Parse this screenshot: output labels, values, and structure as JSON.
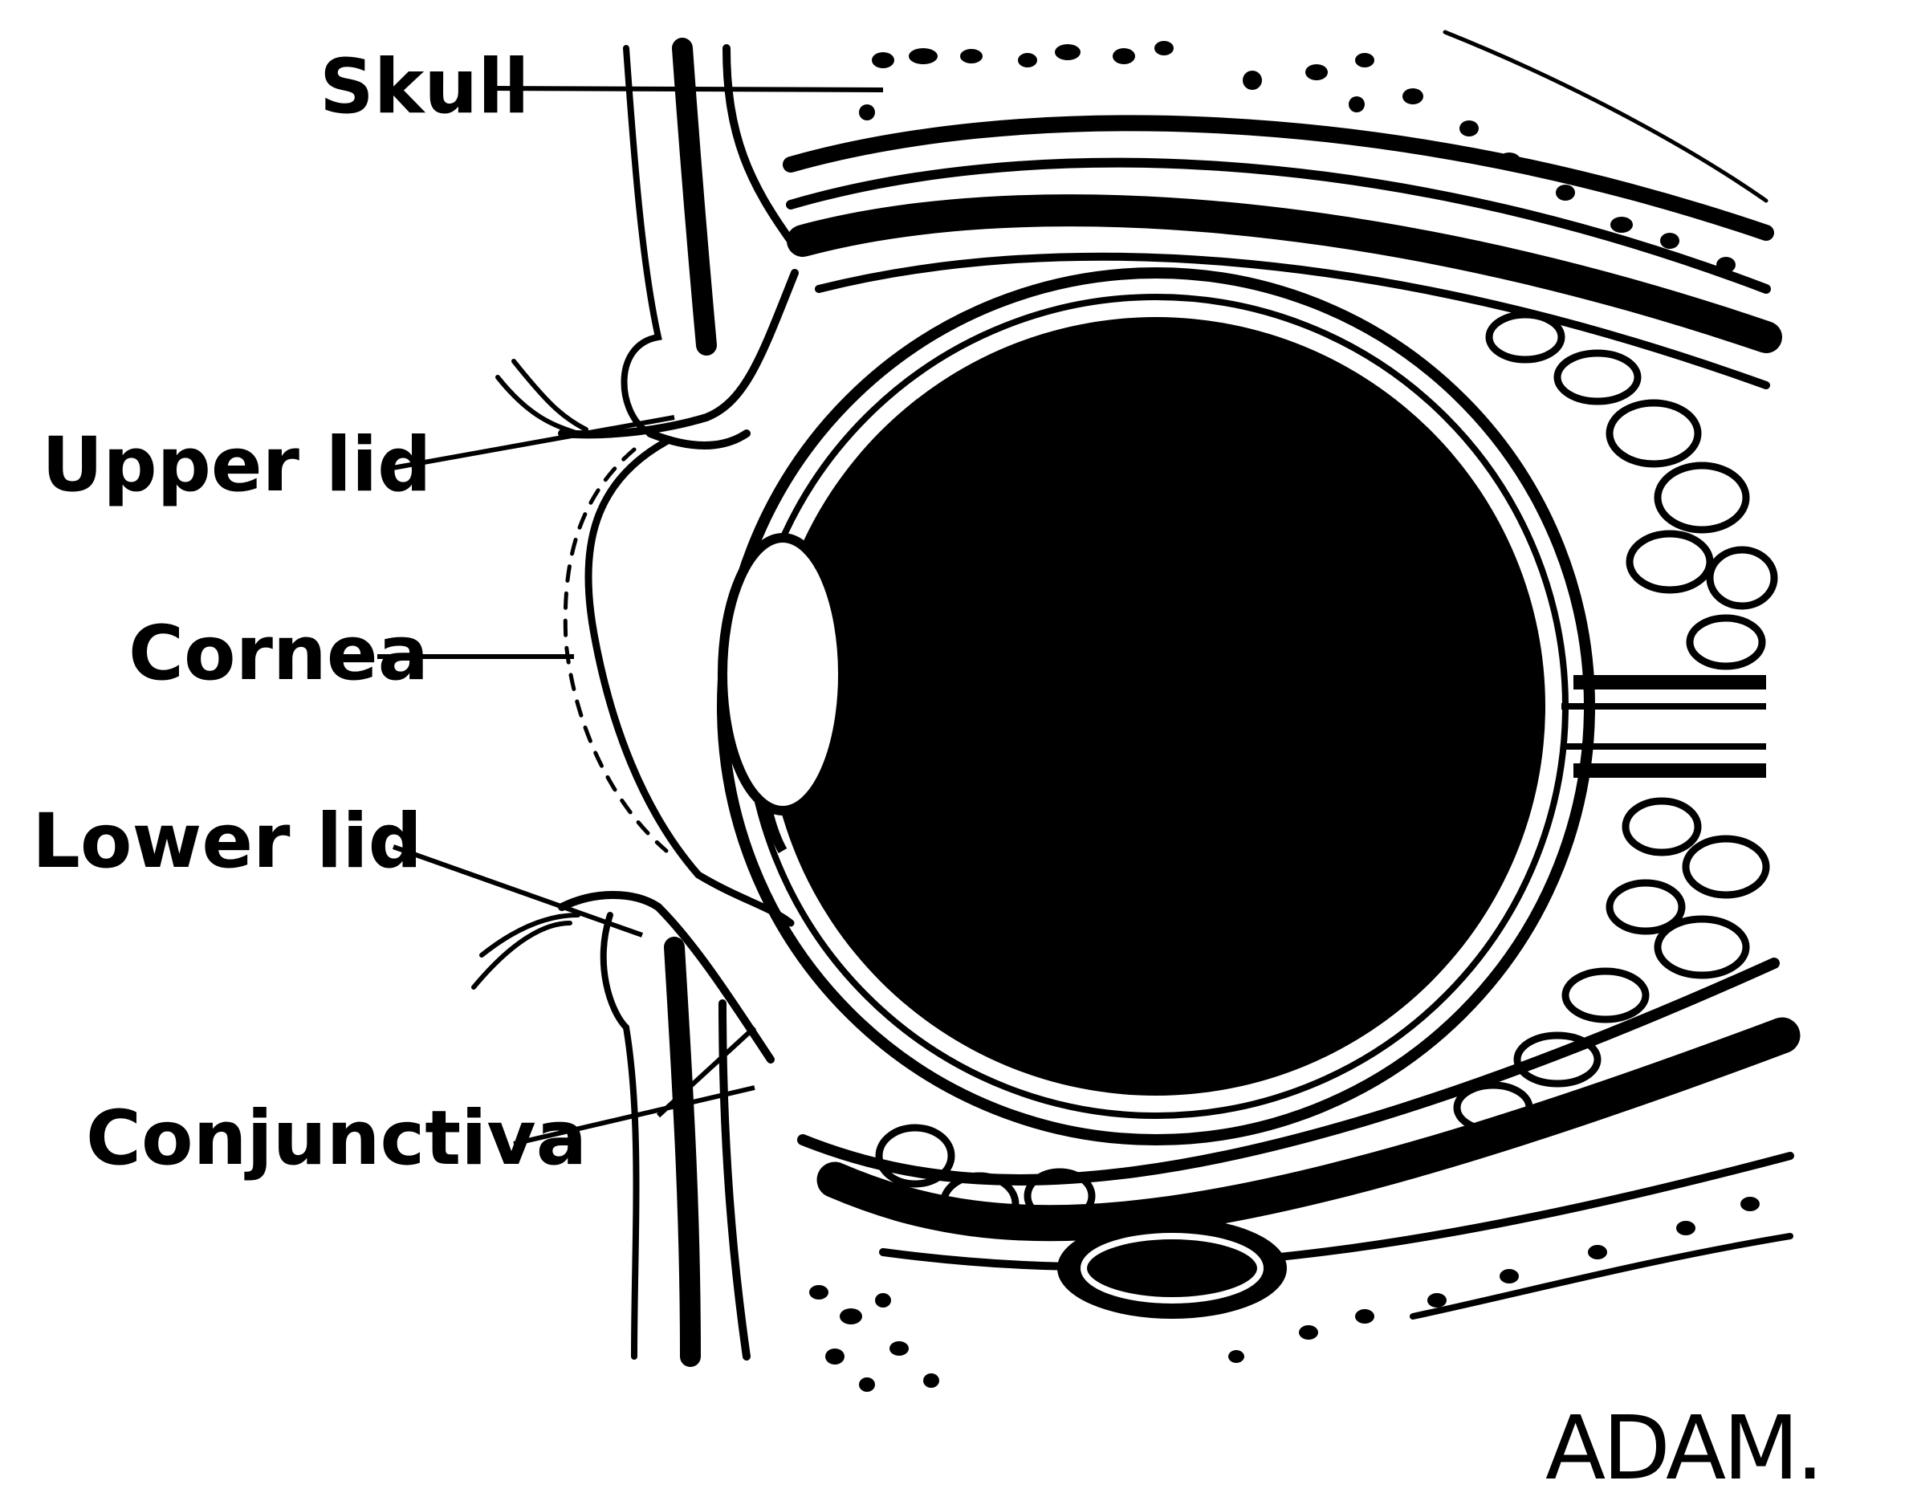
{
  "labels": {
    "skull": "Skull",
    "upper_lid": "Upper lid",
    "cornea": "Cornea",
    "lower_lid": "Lower lid",
    "conjunctiva": "Conjunctiva"
  },
  "logo": "ADAM.",
  "colors": {
    "ink": "#000000",
    "paper": "#ffffff"
  }
}
